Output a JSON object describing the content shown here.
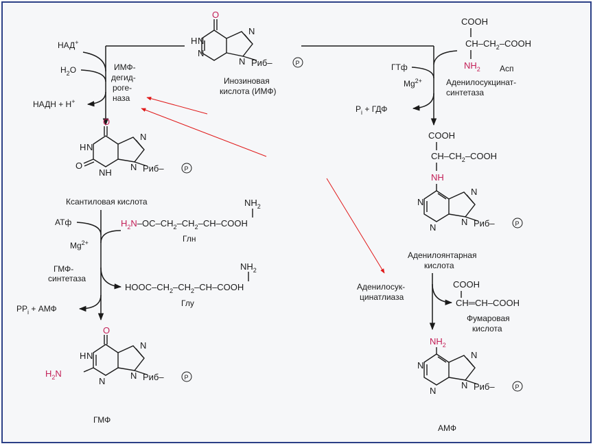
{
  "imp": {
    "label1": "Инозиновая",
    "label2": "кислота (ИМФ)",
    "atoms": {
      "o": "O",
      "hn": "H",
      "n1": "N",
      "n3": "N",
      "n7": "N",
      "n9": "N"
    },
    "rib": "Риб–",
    "p": "P"
  },
  "branch_gmp": {
    "cof_in": "НАД",
    "cof_in_sup": "+",
    "water": "H",
    "water_sub": "2",
    "water_o": "O",
    "cof_out": "НАДН + H",
    "cof_out_sup": "+",
    "enzyme": [
      "ИМФ-",
      "дегид-",
      "роге-",
      "наза"
    ]
  },
  "xmp": {
    "label": "Ксантиловая кислота",
    "atoms": {
      "o6": "O",
      "o2": "O",
      "hn1": "H",
      "n1": "N",
      "hn3": "NH",
      "n7": "N",
      "n9": "N"
    },
    "rib": "Риб–",
    "p": "P"
  },
  "gmp_step": {
    "atp": "АТф",
    "mg": "Mg",
    "mg_sup": "2+",
    "enzyme": [
      "ГМФ-",
      "синтетаза"
    ],
    "pp": "PP",
    "pp_sub": "i",
    "pp_rest": " + АМФ",
    "gln_amide": "H",
    "gln_amide_sub": "2",
    "gln_amide_n": "N",
    "gln_chain": "–OC–CH",
    "gln_chain_sub1": "2",
    "gln_chain_mid": "–CH",
    "gln_chain_sub2": "2",
    "gln_chain_end": "–CH–COOH",
    "gln_nh2": "NH",
    "gln_nh2_sub": "2",
    "gln_label": "Глн",
    "glu_chain": "HOOC–CH",
    "glu_chain_sub1": "2",
    "glu_chain_mid": "–CH",
    "glu_chain_sub2": "2",
    "glu_chain_end": "–CH–COOH",
    "glu_nh2": "NH",
    "glu_nh2_sub": "2",
    "glu_label": "Глу"
  },
  "gmp": {
    "label": "ГМФ",
    "atoms": {
      "o": "O",
      "hn": "H",
      "n1": "N",
      "n3": "N",
      "n7": "N",
      "n9": "N"
    },
    "amino": "H",
    "amino_sub": "2",
    "amino_n": "N",
    "rib": "Риб–",
    "p": "P"
  },
  "asp": {
    "cooh_top": "COOH",
    "chain": "CH–CH",
    "chain_sub": "2",
    "chain_end": "–COOH",
    "nh2": "NH",
    "nh2_sub": "2",
    "label": "Асп"
  },
  "amp_branch": {
    "gtp": "ГТф",
    "mg": "Mg",
    "mg_sup": "2+",
    "enzyme": [
      "Аденилосукцинат-",
      "синтетаза"
    ],
    "pi": "P",
    "pi_sub": "i",
    "pi_rest": " + ГДФ"
  },
  "adenylosucc": {
    "cooh_top": "COOH",
    "chain": "CH–CH",
    "chain_sub": "2",
    "chain_end": "–COOH",
    "nh": "NH",
    "atoms": {
      "n1": "N",
      "n3": "N",
      "n7": "N",
      "n9": "N"
    },
    "rib": "Риб–",
    "p": "P",
    "label1": "Аденилоянтарная",
    "label2": "кислота"
  },
  "lyase": {
    "enzyme": [
      "Аденилосук-",
      "цинатлиаза"
    ],
    "cooh_top": "COOH",
    "chain": "CH═CH–COOH",
    "label1": "Фумаровая",
    "label2": "кислота"
  },
  "amp": {
    "label": "АМФ",
    "nh2": "NH",
    "nh2_sub": "2",
    "atoms": {
      "n1": "N",
      "n3": "N",
      "n7": "N",
      "n9": "N"
    },
    "rib": "Риб–",
    "p": "P"
  },
  "colors": {
    "highlight": "#c21e56",
    "annotation": "#e01818",
    "frame": "#2b3f86"
  }
}
